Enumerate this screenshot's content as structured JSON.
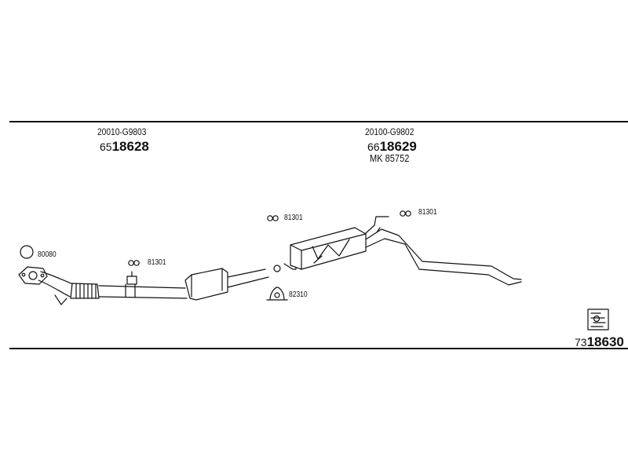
{
  "top_left": {
    "oem_code": "20010-G9803",
    "prefix": "65",
    "number": "18628"
  },
  "top_right": {
    "oem_code": "20100-G9802",
    "prefix": "66",
    "number": "18629",
    "extra": "MK 85752"
  },
  "callouts": {
    "gasket": "80080",
    "clamp_front": "81301",
    "hanger_mid": "81301",
    "hanger_rear": "81301",
    "mount": "82310"
  },
  "kit": {
    "prefix": "73",
    "number": "18630",
    "icon": "fitting-kit-icon"
  },
  "colors": {
    "line": "#111111",
    "background": "#ffffff"
  }
}
